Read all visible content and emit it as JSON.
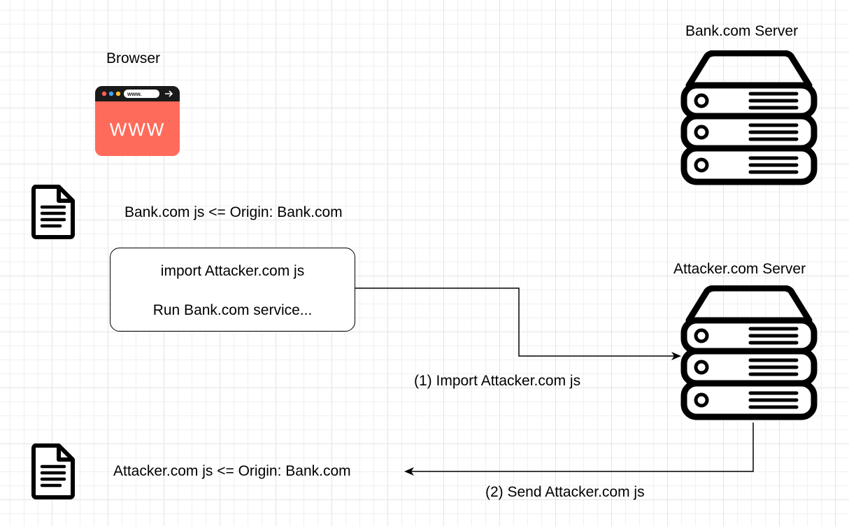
{
  "nodes": {
    "browser": {
      "label": "Browser",
      "icon": "browser-window-icon",
      "url_text": "www.",
      "main_text": "WWW"
    },
    "bank_server": {
      "label": "Bank.com Server",
      "icon": "server-stack-icon"
    },
    "attacker_server": {
      "label": "Attacker.com Server",
      "icon": "server-stack-icon"
    },
    "bank_js": {
      "label": "Bank.com js <= Origin: Bank.com",
      "icon": "document-icon"
    },
    "attacker_js": {
      "label": "Attacker.com js <= Origin: Bank.com",
      "icon": "document-icon"
    },
    "code_box": {
      "lines": [
        "import Attacker.com js",
        "Run Bank.com service..."
      ]
    }
  },
  "edges": [
    {
      "label": "(1) Import Attacker.com js",
      "from": "code_box",
      "to": "attacker_server"
    },
    {
      "label": "(2) Send Attacker.com js",
      "from": "attacker_server",
      "to": "attacker_js"
    }
  ],
  "colors": {
    "browser_body": "#ff6b5b",
    "browser_bar": "#1a1a1a",
    "dot_red": "#ff5f57",
    "dot_blue": "#3fa4ff",
    "dot_yellow": "#ffbd2e",
    "line": "#000000",
    "grid": "#e4e4e4"
  }
}
